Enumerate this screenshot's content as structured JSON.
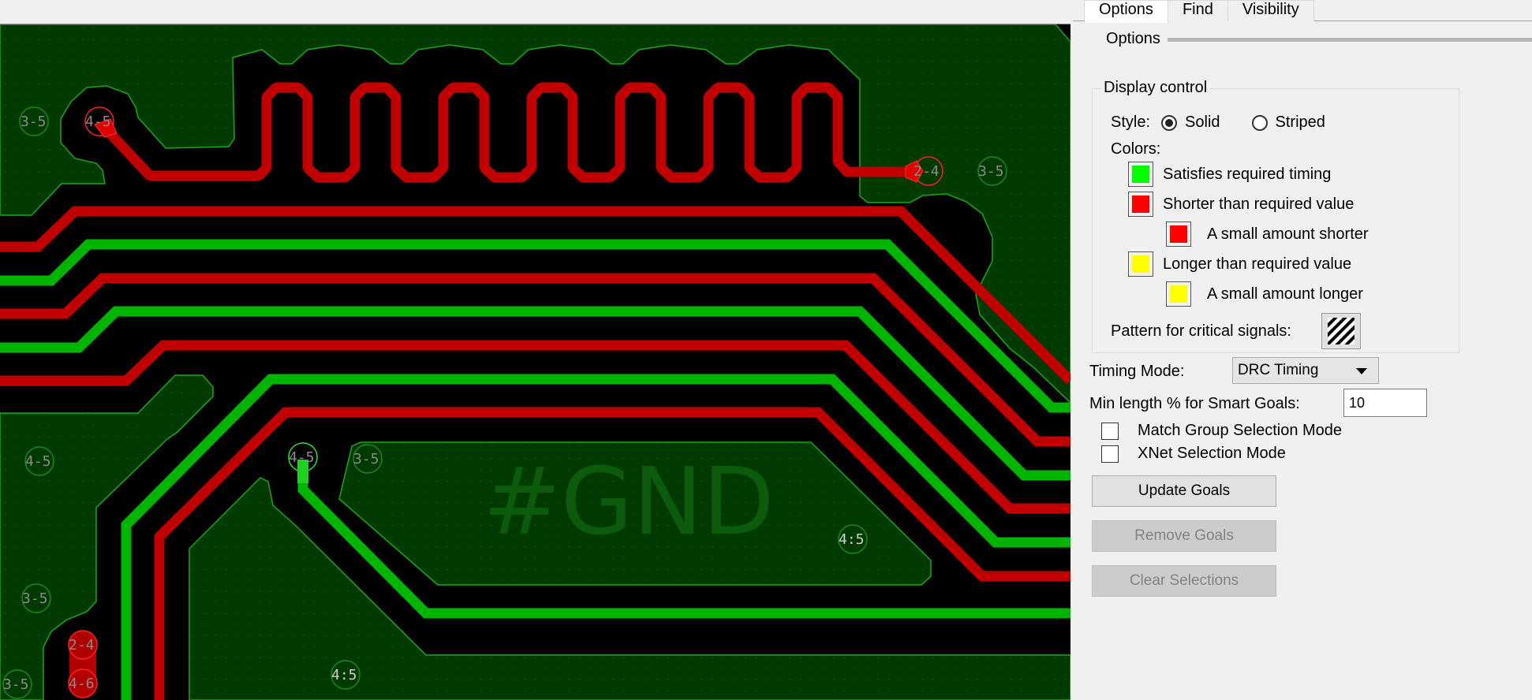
{
  "canvas": {
    "net_label": "#GND",
    "colors": {
      "plane": "#003a00",
      "plane_outline": "#1aa81a",
      "background": "#000000",
      "trace_short": "#c00000",
      "trace_ok": "#00b400",
      "via_short_outline": "#ff2020",
      "via_ok_outline": "#30e030",
      "via_label": "#8a8a8a"
    },
    "vias": [
      {
        "label": "3-5",
        "color": "plane"
      },
      {
        "label": "4-5",
        "color": "short"
      },
      {
        "label": "2-4",
        "color": "short"
      },
      {
        "label": "3-5",
        "color": "plane"
      },
      {
        "label": "4-5",
        "color": "plane"
      },
      {
        "label": "4-5",
        "color": "ok"
      },
      {
        "label": "3-5",
        "color": "plane"
      },
      {
        "label": "4:5",
        "color": "plane"
      },
      {
        "label": "3-5",
        "color": "plane"
      },
      {
        "label": "2-4",
        "color": "short"
      },
      {
        "label": "4-6",
        "color": "short"
      },
      {
        "label": "3-5",
        "color": "plane"
      },
      {
        "label": "4:5",
        "color": "plane"
      }
    ]
  },
  "panel": {
    "tabs": [
      {
        "label": "Options",
        "active": true
      },
      {
        "label": "Find",
        "active": false
      },
      {
        "label": "Visibility",
        "active": false
      }
    ],
    "section_title": "Options",
    "display_control": {
      "title": "Display control",
      "style_label": "Style:",
      "style_options": [
        {
          "label": "Solid",
          "selected": true
        },
        {
          "label": "Striped",
          "selected": false
        }
      ],
      "colors_label": "Colors:",
      "colors": [
        {
          "label": "Satisfies required timing",
          "color": "#00ff00",
          "indent": 0
        },
        {
          "label": "Shorter than required value",
          "color": "#ff0000",
          "indent": 0
        },
        {
          "label": "A small amount shorter",
          "color": "#ff0000",
          "indent": 1
        },
        {
          "label": "Longer than required value",
          "color": "#ffff00",
          "indent": 0
        },
        {
          "label": "A small amount longer",
          "color": "#ffff00",
          "indent": 1
        }
      ],
      "pattern_label": "Pattern for critical signals:",
      "pattern_icon": "diagonal-stripes-icon"
    },
    "timing_mode": {
      "label": "Timing Mode:",
      "value": "DRC Timing"
    },
    "min_length": {
      "label": "Min length % for Smart Goals:",
      "value": "10"
    },
    "checkboxes": [
      {
        "label": "Match Group Selection Mode",
        "checked": false
      },
      {
        "label": "XNet Selection Mode",
        "checked": false
      }
    ],
    "buttons": [
      {
        "label": "Update Goals",
        "enabled": true
      },
      {
        "label": "Remove Goals",
        "enabled": false
      },
      {
        "label": "Clear Selections",
        "enabled": false
      }
    ]
  }
}
